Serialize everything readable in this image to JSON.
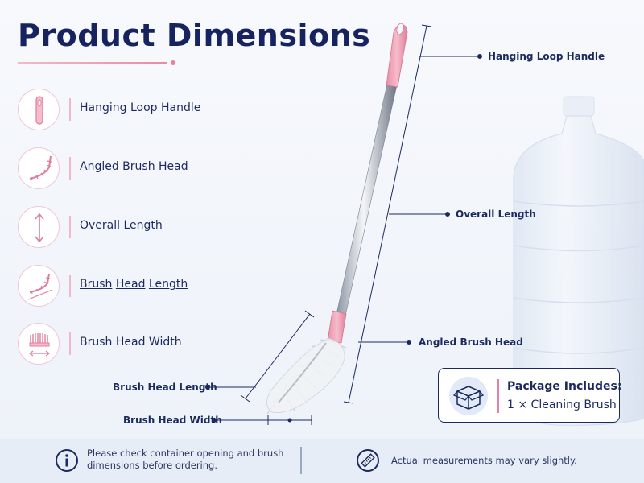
{
  "title": "Product Dimensions",
  "features": [
    {
      "label": "Hanging Loop Handle",
      "icon": "hanging-loop-handle-icon"
    },
    {
      "label": "Angled Brush Head",
      "icon": "angled-brush-head-icon"
    },
    {
      "label": "Overall Length",
      "icon": "overall-length-icon"
    },
    {
      "label_parts": [
        "Brush",
        "Head",
        "Length"
      ],
      "icon": "brush-head-length-icon"
    },
    {
      "label": "Brush Head Width",
      "icon": "brush-head-width-icon"
    }
  ],
  "callouts": {
    "hanging_loop": "Hanging Loop Handle",
    "overall_length": "Overall Length",
    "angled_head": "Angled Brush Head",
    "head_length": "Brush Head Length",
    "head_width": "Brush Head Width"
  },
  "package": {
    "heading": "Package Includes:",
    "item": "1 × Cleaning Brush",
    "icon": "box-icon"
  },
  "footer": {
    "note_left": "Please check container opening and brush dimensions before ordering.",
    "note_right": "Actual measurements may vary slightly.",
    "icons": [
      "info-icon",
      "ruler-icon"
    ]
  },
  "colors": {
    "navy": "#1b2a5e",
    "pink": "#e8819f",
    "pink_light": "#f2c6d3"
  }
}
